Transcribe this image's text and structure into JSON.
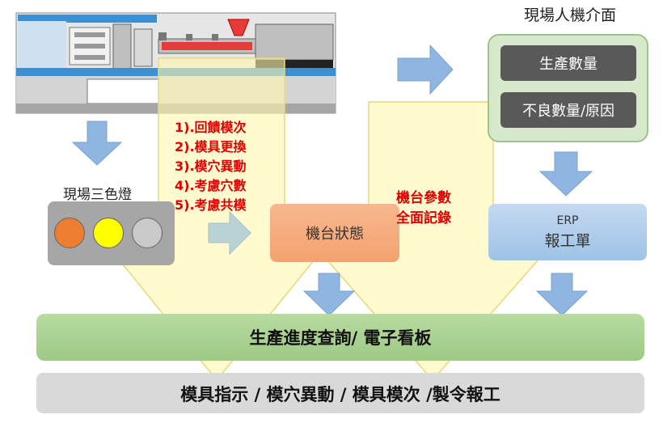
{
  "hmi": {
    "title": "現場人機介面",
    "items": [
      "生產數量",
      "不良數量/原因"
    ]
  },
  "tri_light": {
    "label": "現場三色燈"
  },
  "feedback": {
    "items": [
      "1).回饋模次",
      "2).模具更換",
      "3).模穴異動",
      "4).考慮穴數",
      "5).考慮共模"
    ]
  },
  "machine_state": {
    "label": "機台狀態"
  },
  "params": {
    "line1": "機台參數",
    "line2": "全面記錄"
  },
  "erp": {
    "line1": "ERP",
    "line2": "報工單"
  },
  "board": {
    "label": "生產進度查詢/ 電子看板"
  },
  "footer": {
    "label": "模具指示 / 模穴異動 / 模具模次 /製令報工"
  },
  "colors": {
    "arrow_blue": "#8fb5e0",
    "yellow_arrow": "#fff6b0",
    "alert_red": "#e00000",
    "hmi_green": "#d7e9cb",
    "board_green": "#a9d18e"
  }
}
